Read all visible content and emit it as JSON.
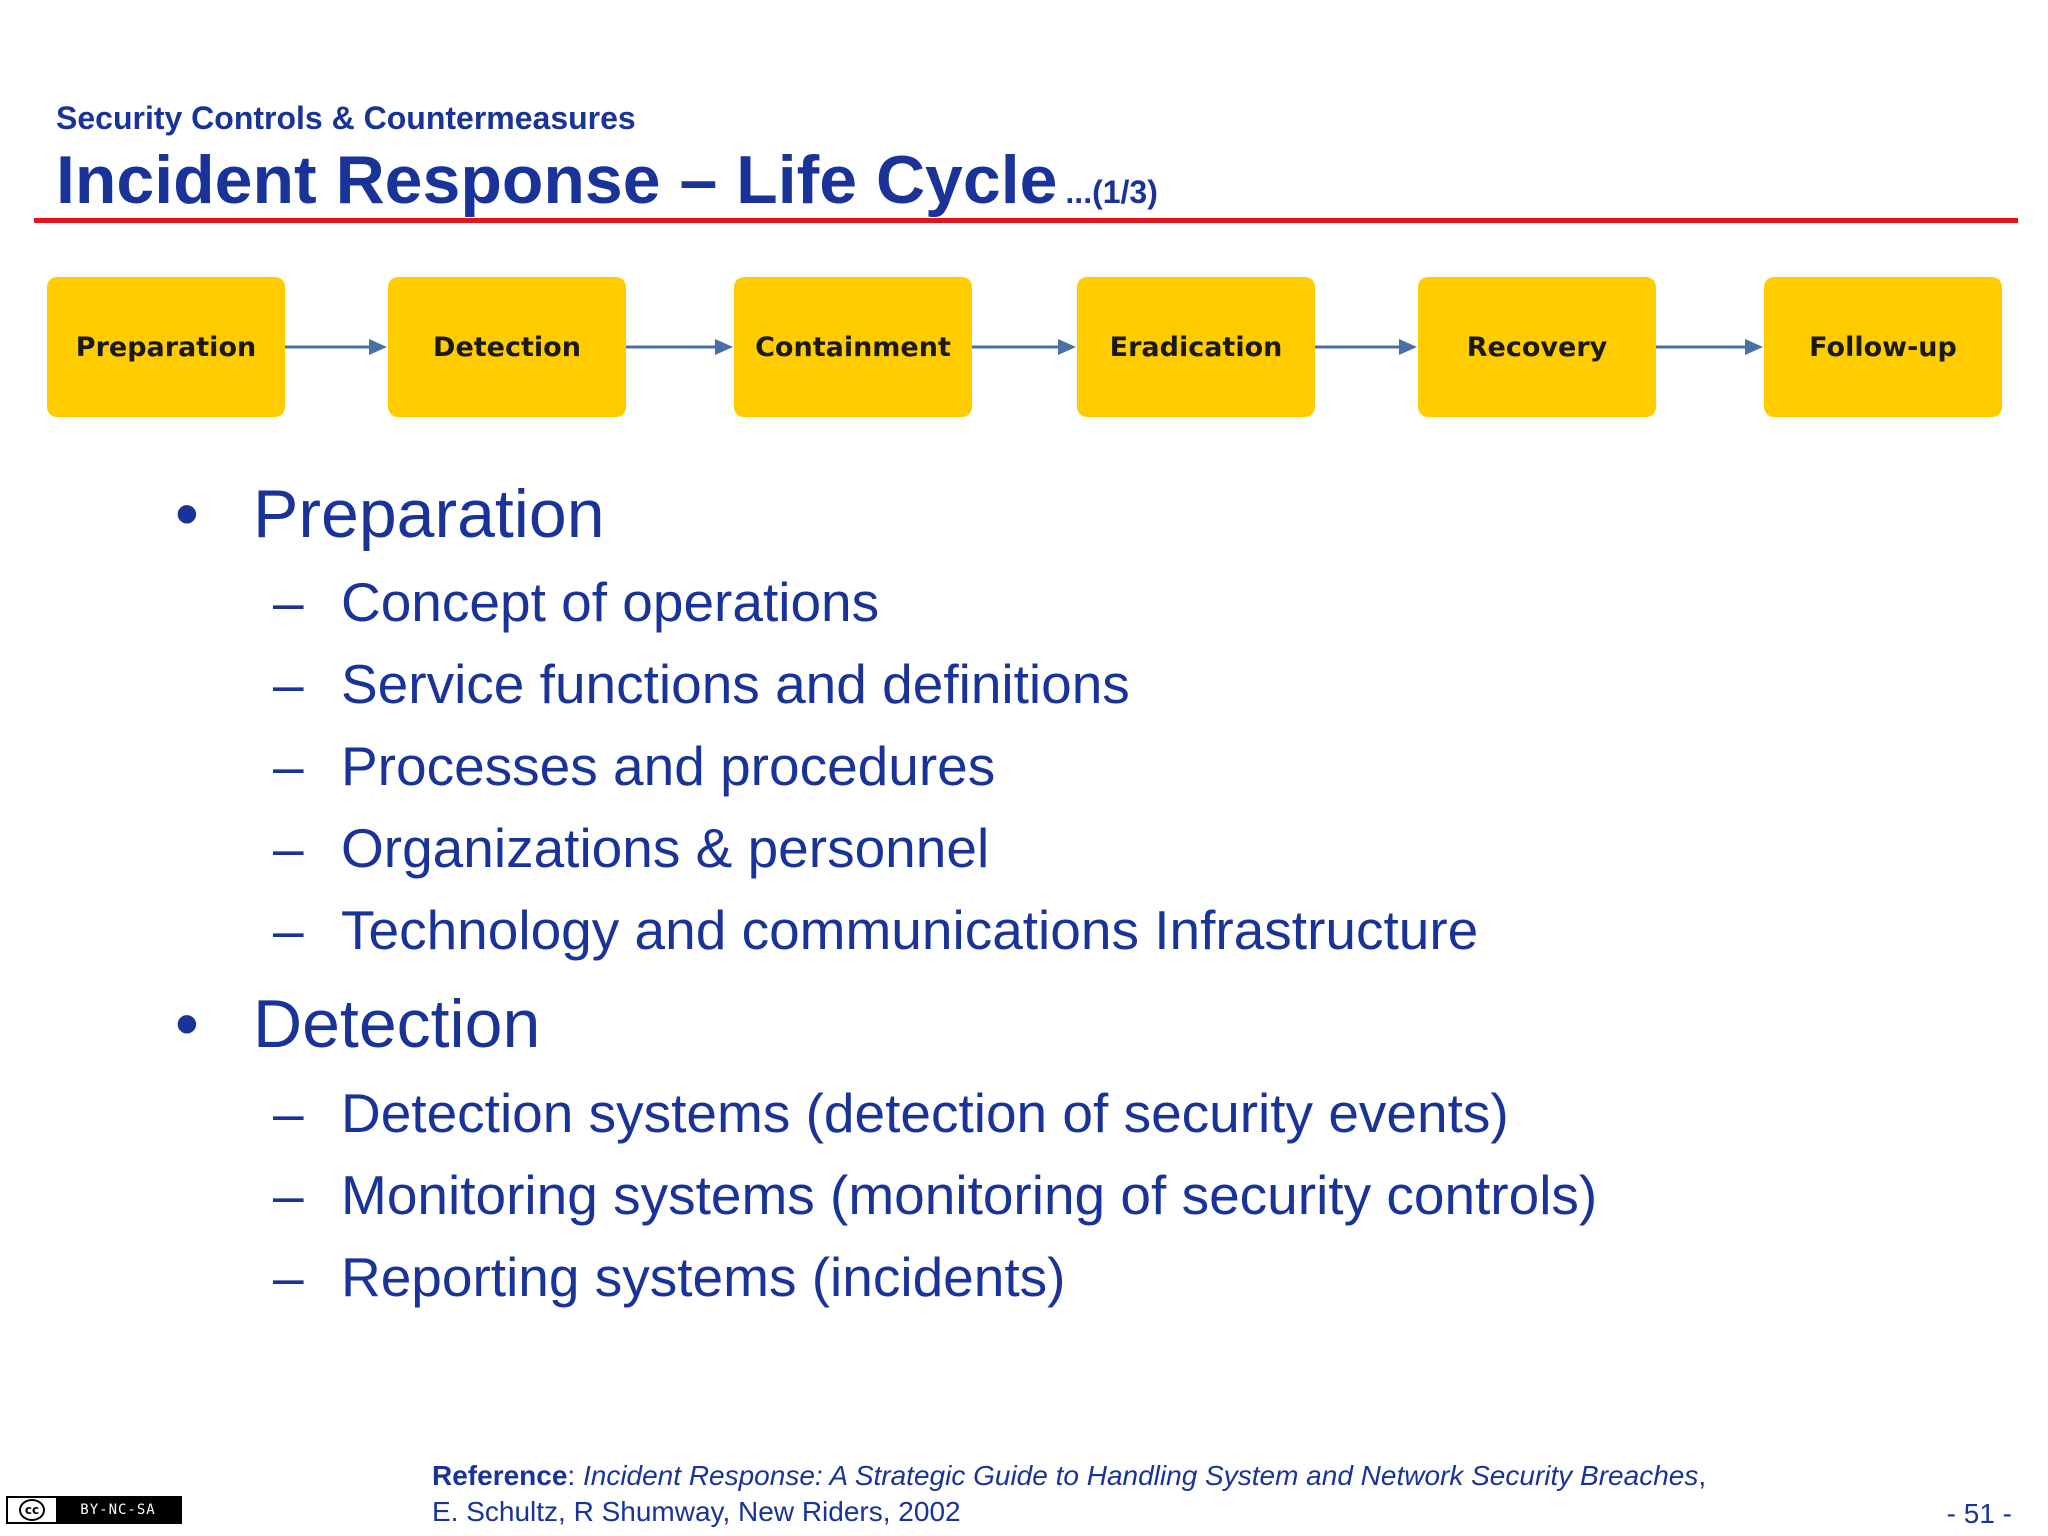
{
  "header": {
    "subtitle": "Security Controls & Countermeasures",
    "title": "Incident Response – Life Cycle",
    "title_suffix": "...(1/3)",
    "rule_color": "#e8121a"
  },
  "flow": {
    "steps": [
      "Preparation",
      "Detection",
      "Containment",
      "Eradication",
      "Recovery",
      "Follow-up"
    ],
    "box_color": "#ffcc00",
    "arrow_color": "#4a6fa5"
  },
  "content": {
    "bullet_mark": "•",
    "dash_mark": "–",
    "sections": [
      {
        "heading": "Preparation",
        "items": [
          "Concept of operations",
          "Service functions and definitions",
          "Processes and procedures",
          "Organizations & personnel",
          "Technology and communications Infrastructure"
        ]
      },
      {
        "heading": "Detection",
        "items": [
          "Detection systems (detection of security events)",
          "Monitoring systems (monitoring of security controls)",
          "Reporting systems (incidents)"
        ]
      }
    ]
  },
  "footer": {
    "license_cc": "cc",
    "license_text": "BY-NC-SA",
    "reference_label": "Reference",
    "reference_sep": ": ",
    "reference_title": "Incident Response: A Strategic Guide to Handling System and Network Security Breaches",
    "reference_comma": ",",
    "reference_authors": "E. Schultz, R Shumway, New Riders, 2002",
    "page_number": "- 51 -"
  },
  "colors": {
    "text_primary": "#1a3399"
  }
}
